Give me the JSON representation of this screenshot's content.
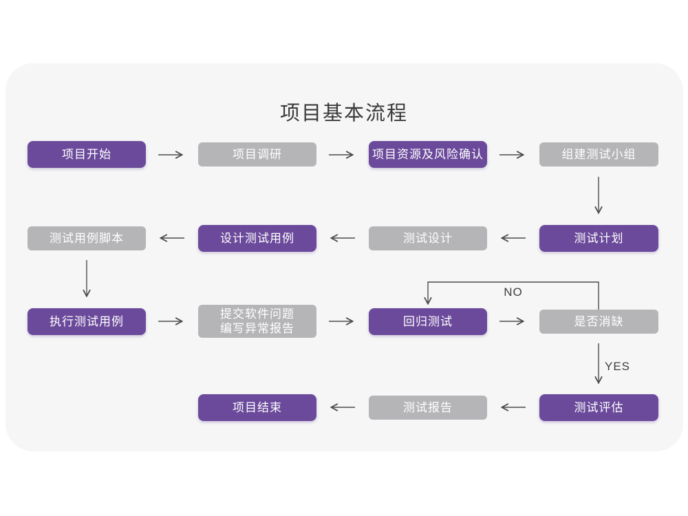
{
  "title": "项目基本流程",
  "colors": {
    "purple": "#6b4a9b",
    "gray": "#b5b4b7",
    "card_bg": "#f6f6f7",
    "arrow": "#4a4a4a",
    "node_text": "#ffffff",
    "title_color": "#3a3a3a",
    "label_color": "#3f3f3f",
    "page_bg": "#ffffff"
  },
  "labels": {
    "no": "NO",
    "yes": "YES"
  },
  "nodes": [
    {
      "id": "project-start",
      "label": "项目开始",
      "variant": "purple"
    },
    {
      "id": "project-research",
      "label": "项目调研",
      "variant": "gray"
    },
    {
      "id": "resources-risk-confirm",
      "label": "项目资源及风险确认",
      "variant": "purple"
    },
    {
      "id": "form-test-team",
      "label": "组建测试小组",
      "variant": "gray"
    },
    {
      "id": "test-plan",
      "label": "测试计划",
      "variant": "purple"
    },
    {
      "id": "test-design",
      "label": "测试设计",
      "variant": "gray"
    },
    {
      "id": "design-test-cases",
      "label": "设计测试用例",
      "variant": "purple"
    },
    {
      "id": "test-case-scripts",
      "label": "测试用例脚本",
      "variant": "gray"
    },
    {
      "id": "execute-test-cases",
      "label": "执行测试用例",
      "variant": "purple"
    },
    {
      "id": "submit-issue-report",
      "label": "提交软件问题\n编写异常报告",
      "variant": "gray"
    },
    {
      "id": "regression-test",
      "label": "回归测试",
      "variant": "purple"
    },
    {
      "id": "defect-cleared",
      "label": "是否消缺",
      "variant": "gray"
    },
    {
      "id": "test-evaluation",
      "label": "测试评估",
      "variant": "purple"
    },
    {
      "id": "test-report",
      "label": "测试报告",
      "variant": "gray"
    },
    {
      "id": "project-end",
      "label": "项目结束",
      "variant": "purple"
    }
  ]
}
